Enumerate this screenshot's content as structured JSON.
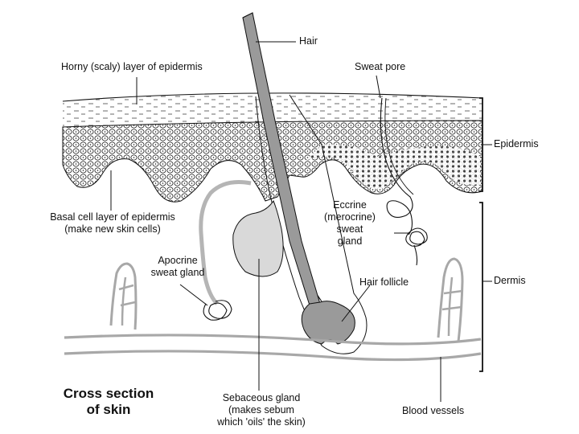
{
  "title_line1": "Cross section",
  "title_line2": "of skin",
  "labels": {
    "hair": "Hair",
    "horny_layer": "Horny (scaly) layer of epidermis",
    "sweat_pore": "Sweat pore",
    "epidermis": "Epidermis",
    "basal_line1": "Basal cell layer of epidermis",
    "basal_line2": "(make new skin cells)",
    "eccrine_line1": "Eccrine",
    "eccrine_line2": "(merocrine)",
    "eccrine_line3": "sweat",
    "eccrine_line4": "gland",
    "apocrine_line1": "Apocrine",
    "apocrine_line2": "sweat gland",
    "dermis": "Dermis",
    "hair_follicle": "Hair follicle",
    "sebaceous_line1": "Sebaceous gland",
    "sebaceous_line2": "(makes sebum",
    "sebaceous_line3": "which 'oils' the skin)",
    "blood_vessels": "Blood vessels"
  },
  "colors": {
    "line": "#111111",
    "hair_fill": "#9a9a9a",
    "gland_fill": "#d9d9d9",
    "duct_gray": "#b5b5b5",
    "vessel_gray": "#a8a8a8"
  }
}
